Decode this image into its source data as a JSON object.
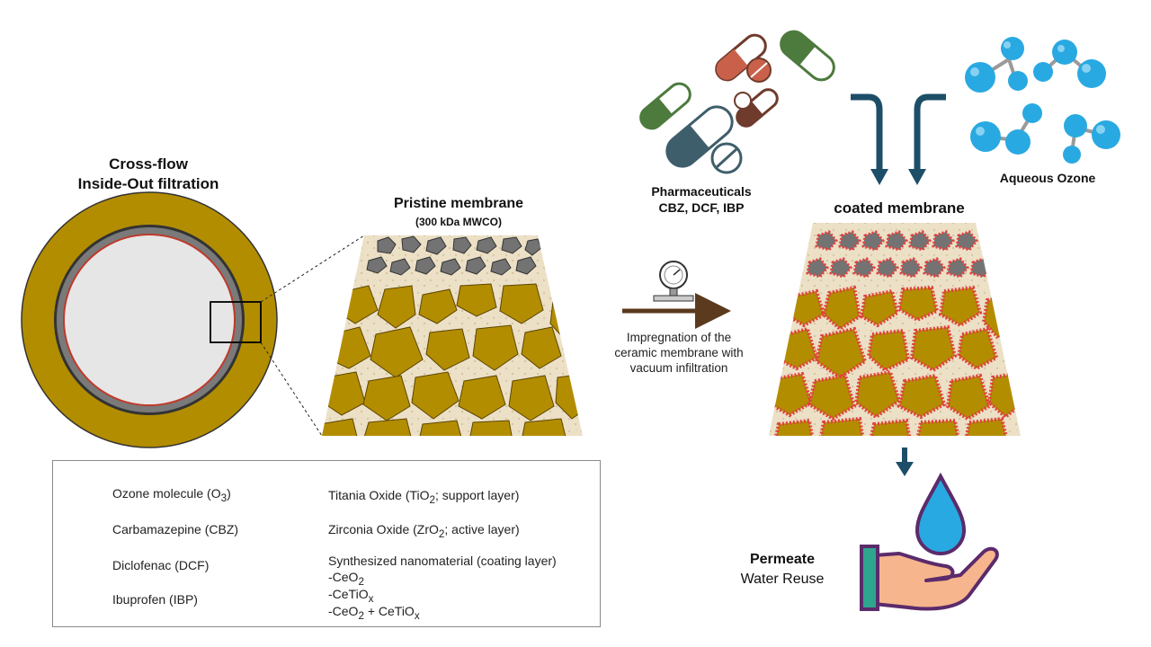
{
  "colors": {
    "titania": "#b38d00",
    "zirconia": "#737373",
    "coating": "#e04040",
    "ozone": "#29a9e1",
    "arrow_blue": "#1d4e68",
    "pill_green": "#4d7a3d",
    "pill_slate": "#3f5e6b",
    "pill_brown": "#6f3b2c"
  },
  "labels": {
    "crossflow_line1": "Cross-flow",
    "crossflow_line2": "Inside-Out filtration",
    "pristine_title": "Pristine membrane",
    "pristine_sub": "(300 kDa MWCO)",
    "pharma_line1": "Pharmaceuticals",
    "pharma_line2": "CBZ, DCF, IBP",
    "ozone_label": "Aqueous Ozone",
    "coated_title": "coated membrane",
    "impreg_line1": "Impregnation of the",
    "impreg_line2": "ceramic membrane with",
    "impreg_line3": "vacuum infiltration",
    "permeate": "Permeate",
    "water_reuse": "Water Reuse"
  },
  "legend": {
    "ozone": "Ozone molecule (O",
    "ozone_sub": "3",
    "ozone_end": ")",
    "cbz": "Carbamazepine (CBZ)",
    "dcf": "Diclofenac (DCF)",
    "ibp": "Ibuprofen (IBP)",
    "titania": "Titania Oxide (TiO",
    "titania_sub": "2",
    "titania_end": "; support layer)",
    "zirconia": "Zirconia Oxide (ZrO",
    "zirconia_sub": "2",
    "zirconia_end": "; active layer)",
    "coating": "Synthesized nanomaterial (coating layer)",
    "ceo2": "-CeO",
    "ceo2_sub": "2",
    "cetiox": "-CeTiO",
    "cetiox_sub": "x",
    "mix_a": "-CeO",
    "mix_a_sub": "2",
    "mix_b": " + CeTiO",
    "mix_b_sub": "x"
  }
}
